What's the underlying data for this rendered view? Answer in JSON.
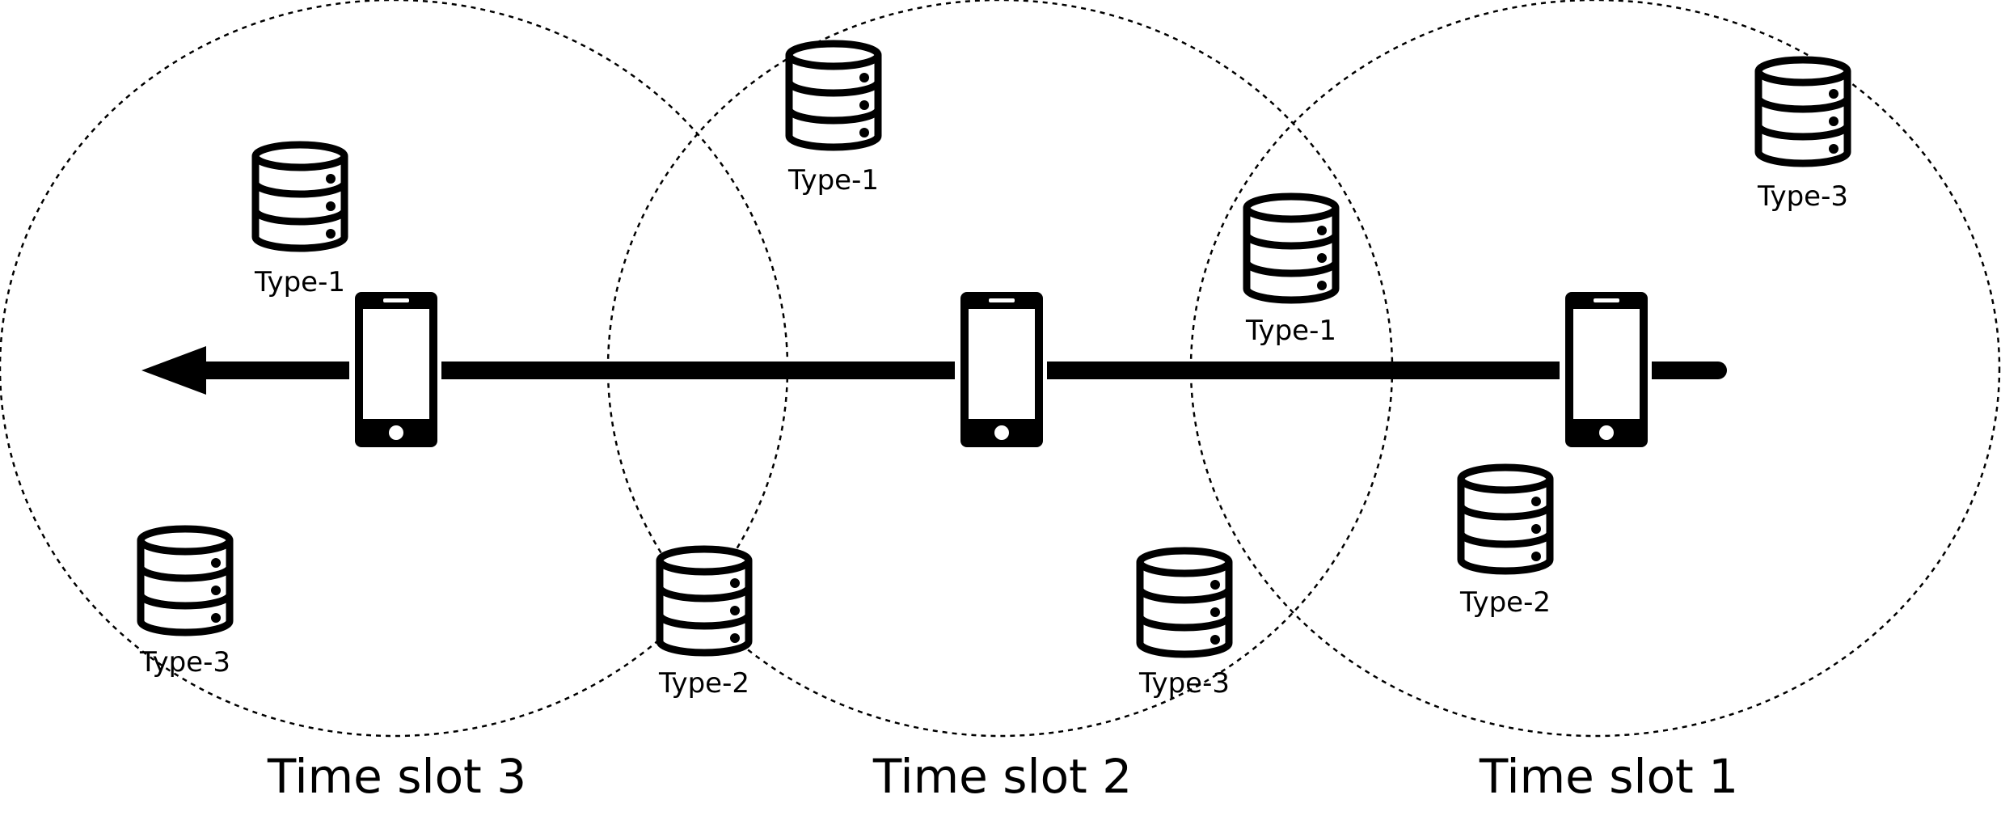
{
  "colors": {
    "stroke": "#000000",
    "background": "#ffffff"
  },
  "slots": [
    {
      "label": "Time slot 3"
    },
    {
      "label": "Time slot 2"
    },
    {
      "label": "Time slot 1"
    }
  ],
  "servers": [
    {
      "label": "Type-1",
      "icon": "database-icon"
    },
    {
      "label": "Type-3",
      "icon": "database-icon"
    },
    {
      "label": "Type-2",
      "icon": "database-icon"
    },
    {
      "label": "Type-1",
      "icon": "database-icon"
    },
    {
      "label": "Type-3",
      "icon": "database-icon"
    },
    {
      "label": "Type-1",
      "icon": "database-icon"
    },
    {
      "label": "Type-2",
      "icon": "database-icon"
    },
    {
      "label": "Type-3",
      "icon": "database-icon"
    }
  ],
  "devices": [
    {
      "icon": "smartphone-icon"
    },
    {
      "icon": "smartphone-icon"
    },
    {
      "icon": "smartphone-icon"
    }
  ],
  "direction_icon": "arrow-left-icon"
}
